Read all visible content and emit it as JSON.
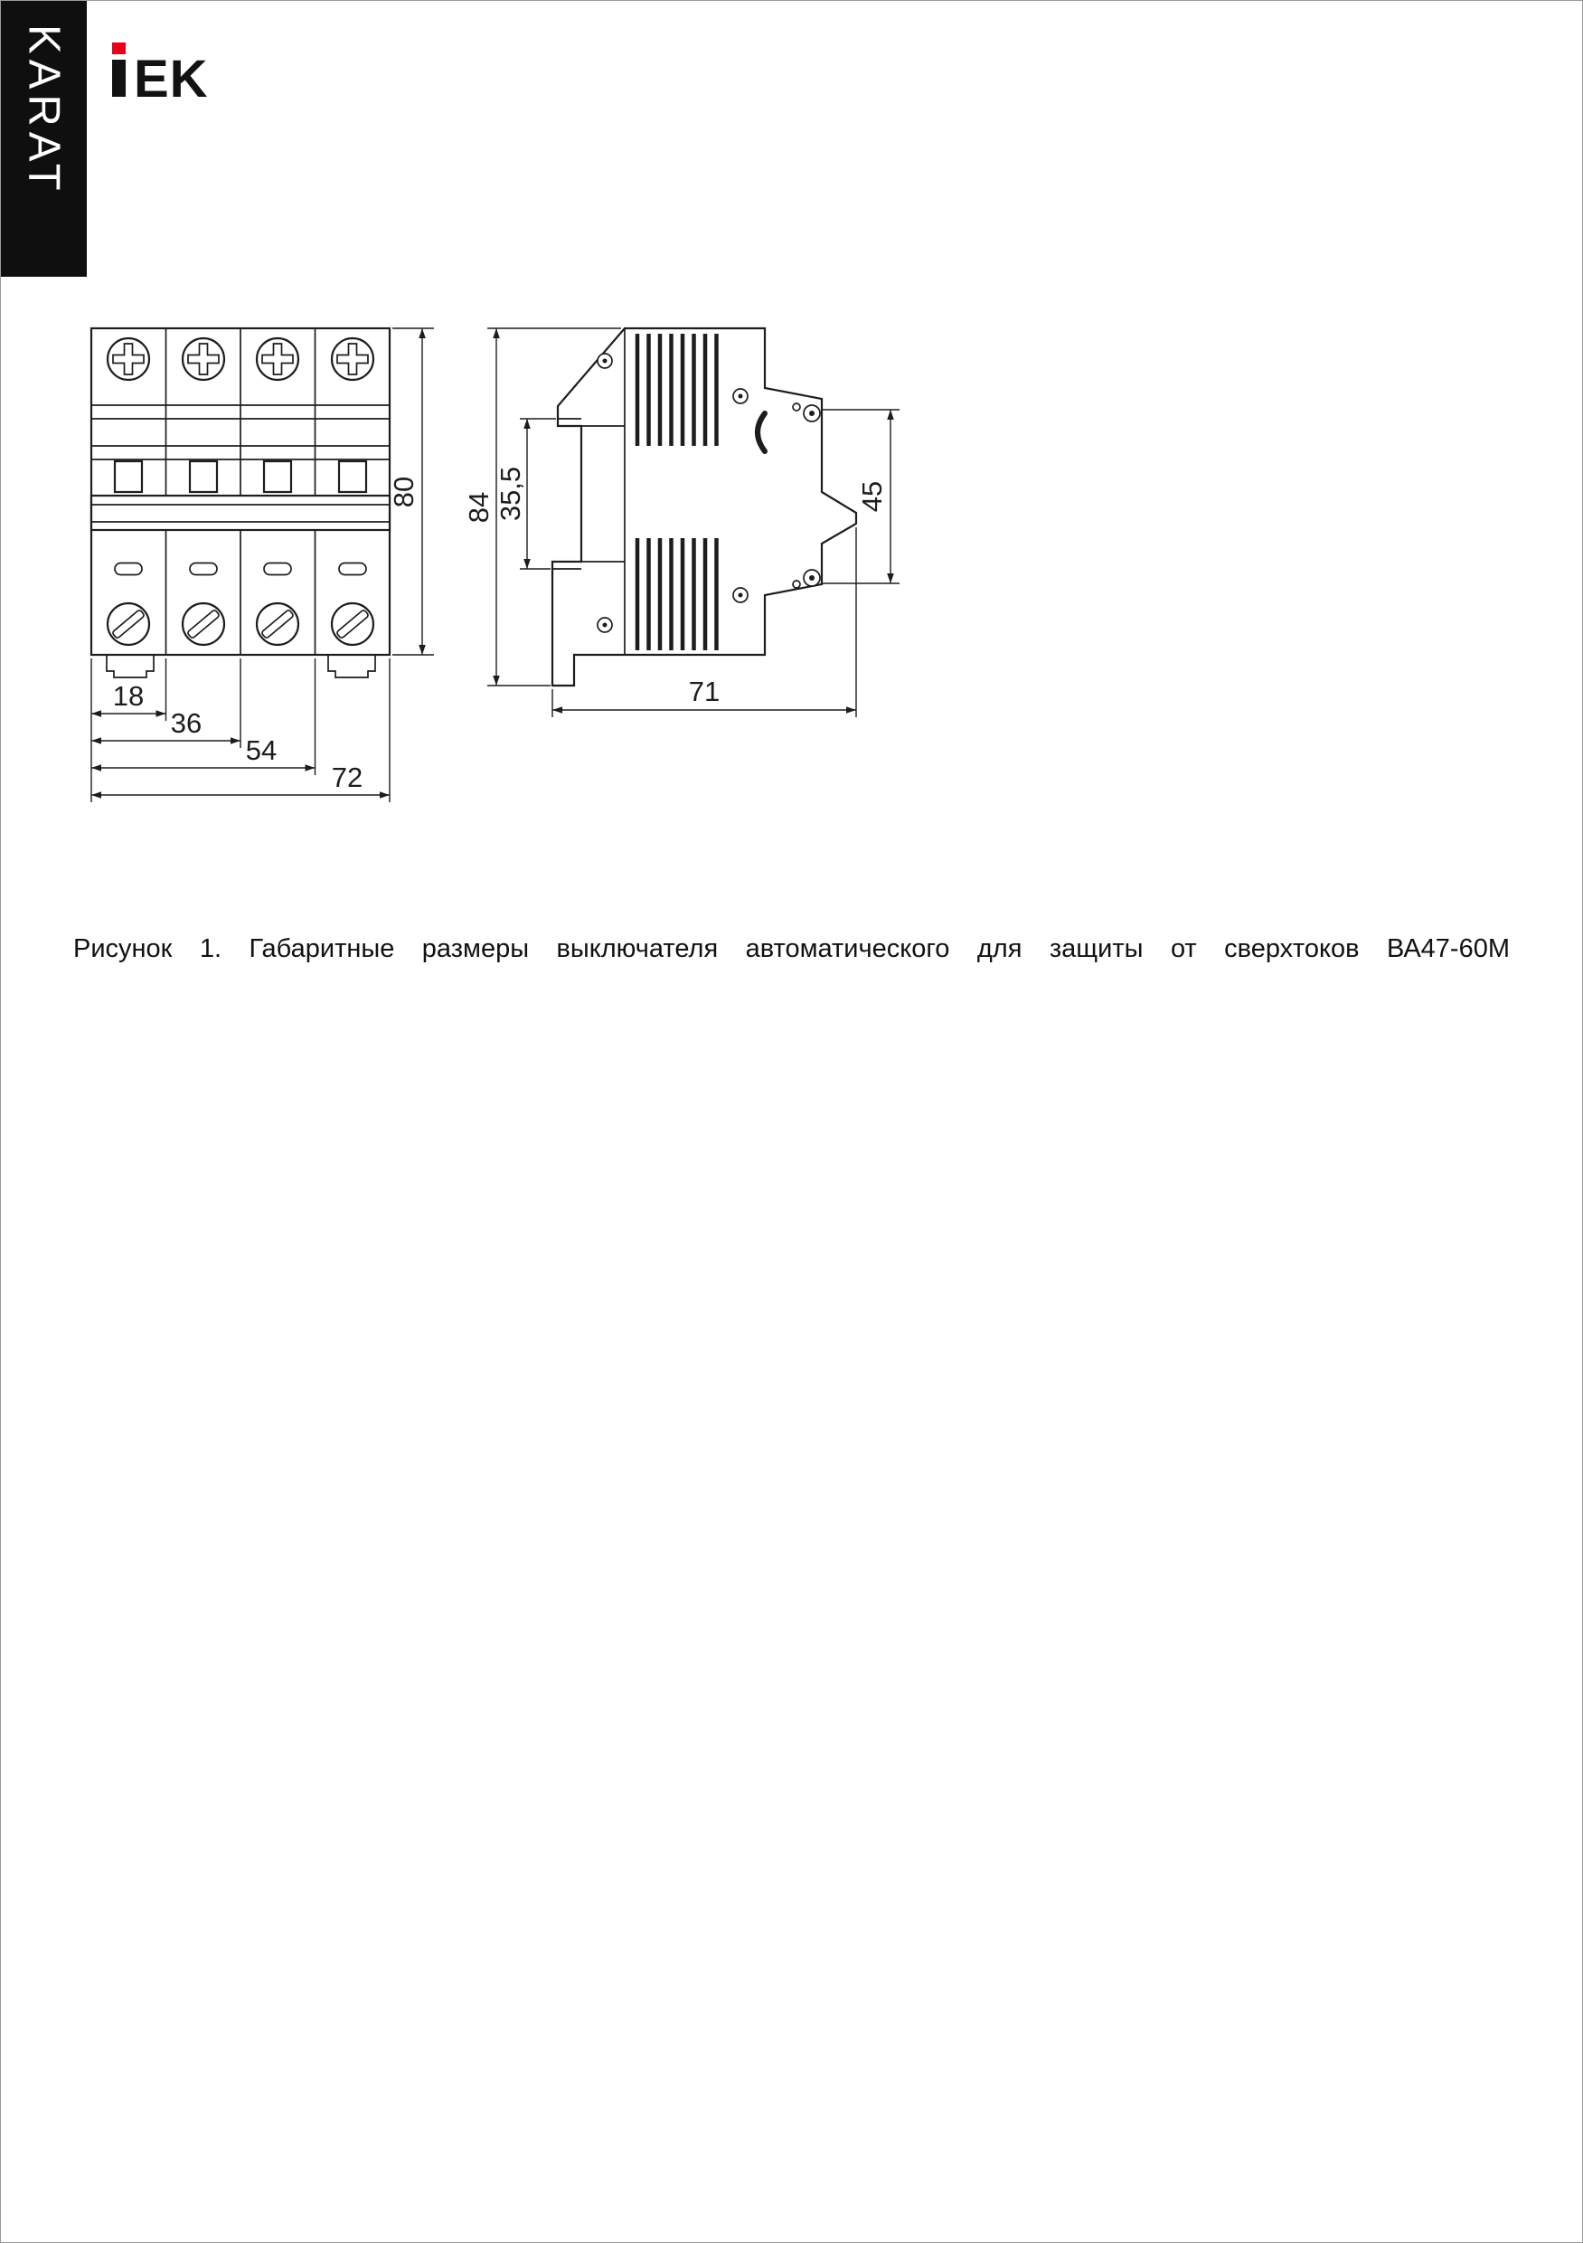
{
  "brand": {
    "banner_text": "KARAT",
    "logo": "IEK",
    "logo_ek": "EK"
  },
  "colors": {
    "line": "#1d1d1b",
    "banner_bg": "#0f0f0f",
    "banner_fg": "#ffffff",
    "logo_black": "#121212",
    "logo_dot": "#e2001a"
  },
  "caption": "Рисунок 1. Габаритные размеры выключателя автоматического для защиты от сверхтоков ВА47-60М",
  "front_view": {
    "dim_height": "80",
    "dim_width_1": "18",
    "dim_width_2": "36",
    "dim_width_3": "54",
    "dim_width_4": "72"
  },
  "side_view": {
    "dim_height": "84",
    "dim_rail": "35,5",
    "dim_holes": "45",
    "dim_depth": "71"
  }
}
